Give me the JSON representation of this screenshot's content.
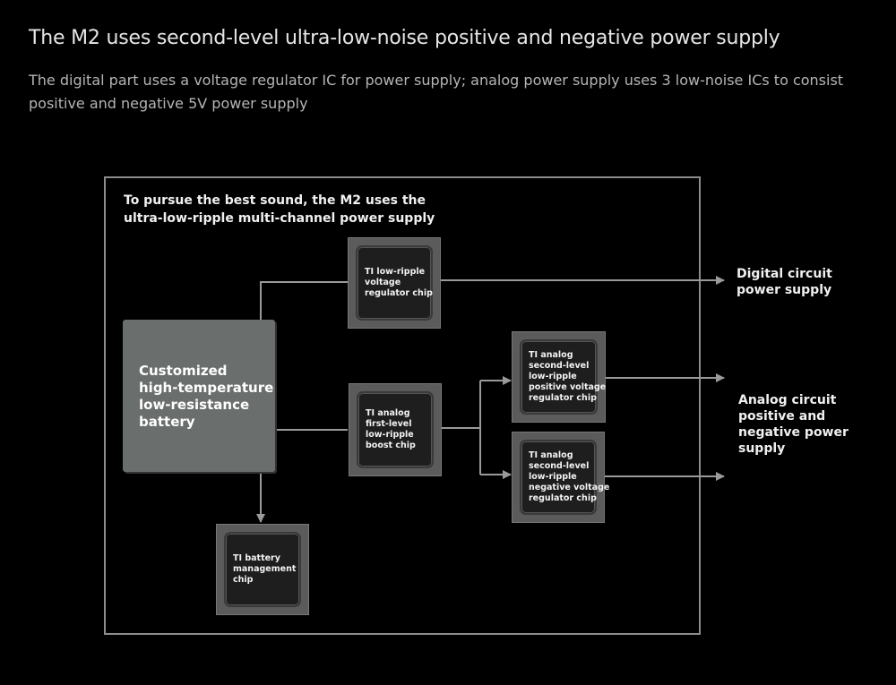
{
  "header": {
    "title": "The M2 uses second-level ultra-low-noise positive and negative power supply",
    "subtitle": "The digital part uses a voltage regulator IC for power supply; analog power supply uses 3 low-noise ICs to consist positive and negative 5V power supply"
  },
  "diagram": {
    "heading": [
      "To pursue the best sound, the M2 uses the",
      "ultra-low-ripple multi-channel power supply"
    ],
    "battery": [
      "Customized",
      "high-temperature",
      "low-resistance",
      "battery"
    ],
    "chips": {
      "voltage_regulator": [
        "TI low-ripple",
        "voltage",
        "regulator chip"
      ],
      "boost": [
        "TI analog",
        "first-level",
        "low-ripple",
        "boost chip"
      ],
      "positive_regulator": [
        "TI analog",
        "second-level",
        "low-ripple",
        "positive voltage",
        "regulator chip"
      ],
      "negative_regulator": [
        "TI analog",
        "second-level",
        "low-ripple",
        "negative voltage",
        "regulator chip"
      ],
      "battery_management": [
        "TI battery",
        "management",
        "chip"
      ]
    },
    "outputs": {
      "digital": [
        "Digital circuit",
        "power supply"
      ],
      "analog": [
        "Analog circuit",
        "positive and",
        "negative power",
        "supply"
      ]
    }
  },
  "colors": {
    "background": "#000000",
    "line": "#9a9a9a",
    "battery": "#6a6e6c",
    "chip": "#5b5b5b"
  }
}
